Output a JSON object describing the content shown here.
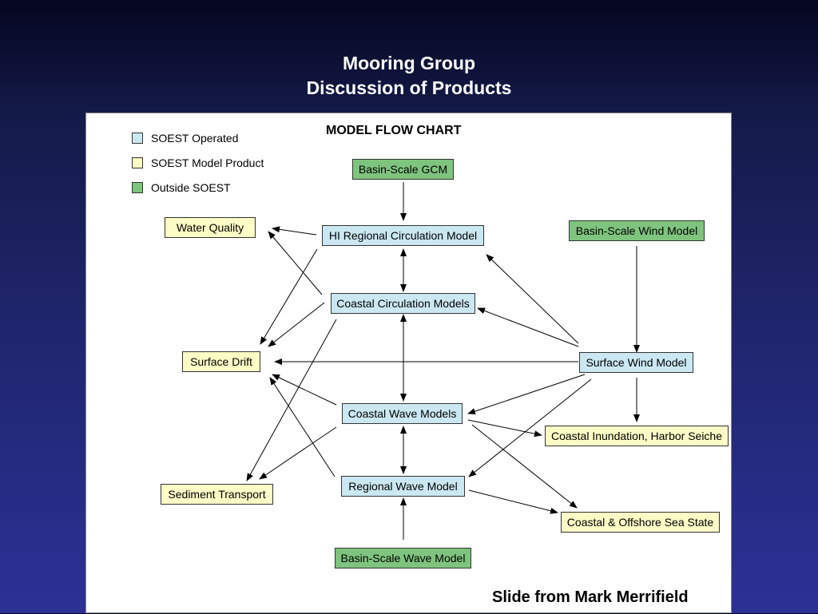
{
  "slide": {
    "title_line1": "Mooring Group",
    "title_line2": "Discussion of Products",
    "credit": "Slide from Mark Merrifield"
  },
  "chart": {
    "title": "MODEL FLOW CHART",
    "legend": [
      {
        "id": "soest",
        "label": "SOEST Operated",
        "color": "#cbe8f2"
      },
      {
        "id": "product",
        "label": "SOEST Model Product",
        "color": "#fdfbc6"
      },
      {
        "id": "outside",
        "label": "Outside SOEST",
        "color": "#7fc47e"
      }
    ],
    "nodes": {
      "basin_gcm": {
        "label": "Basin-Scale GCM",
        "category": "outside"
      },
      "hi_regional": {
        "label": "HI Regional Circulation Model",
        "category": "soest"
      },
      "basin_wind": {
        "label": "Basin-Scale Wind Model",
        "category": "outside"
      },
      "water_quality": {
        "label": "Water Quality",
        "category": "product"
      },
      "coastal_circ": {
        "label": "Coastal Circulation Models",
        "category": "soest"
      },
      "surface_drift": {
        "label": "Surface Drift",
        "category": "product"
      },
      "surface_wind": {
        "label": "Surface Wind Model",
        "category": "soest"
      },
      "coastal_wave": {
        "label": "Coastal Wave Models",
        "category": "soest"
      },
      "coastal_inundation": {
        "label": "Coastal Inundation, Harbor Seiche",
        "category": "product"
      },
      "sediment": {
        "label": "Sediment Transport",
        "category": "product"
      },
      "regional_wave": {
        "label": "Regional Wave Model",
        "category": "soest"
      },
      "sea_state": {
        "label": "Coastal & Offshore Sea State",
        "category": "product"
      },
      "basin_wave": {
        "label": "Basin-Scale Wave Model",
        "category": "outside"
      }
    },
    "edges": [
      {
        "from": "basin_gcm",
        "to": "hi_regional",
        "direction": "forward"
      },
      {
        "from": "hi_regional",
        "to": "coastal_circ",
        "direction": "both"
      },
      {
        "from": "hi_regional",
        "to": "water_quality",
        "direction": "forward"
      },
      {
        "from": "hi_regional",
        "to": "surface_drift",
        "direction": "forward"
      },
      {
        "from": "coastal_circ",
        "to": "water_quality",
        "direction": "forward"
      },
      {
        "from": "coastal_circ",
        "to": "surface_drift",
        "direction": "forward"
      },
      {
        "from": "coastal_circ",
        "to": "sediment",
        "direction": "forward"
      },
      {
        "from": "coastal_circ",
        "to": "coastal_wave",
        "direction": "both"
      },
      {
        "from": "basin_wind",
        "to": "surface_wind",
        "direction": "forward"
      },
      {
        "from": "surface_wind",
        "to": "hi_regional",
        "direction": "forward"
      },
      {
        "from": "surface_wind",
        "to": "coastal_circ",
        "direction": "forward"
      },
      {
        "from": "surface_wind",
        "to": "surface_drift",
        "direction": "forward"
      },
      {
        "from": "surface_wind",
        "to": "coastal_wave",
        "direction": "forward"
      },
      {
        "from": "surface_wind",
        "to": "regional_wave",
        "direction": "forward"
      },
      {
        "from": "surface_wind",
        "to": "coastal_inundation",
        "direction": "forward"
      },
      {
        "from": "coastal_wave",
        "to": "surface_drift",
        "direction": "forward"
      },
      {
        "from": "coastal_wave",
        "to": "sediment",
        "direction": "forward"
      },
      {
        "from": "coastal_wave",
        "to": "coastal_inundation",
        "direction": "forward"
      },
      {
        "from": "coastal_wave",
        "to": "sea_state",
        "direction": "forward"
      },
      {
        "from": "coastal_wave",
        "to": "regional_wave",
        "direction": "both"
      },
      {
        "from": "regional_wave",
        "to": "surface_drift",
        "direction": "forward"
      },
      {
        "from": "regional_wave",
        "to": "sea_state",
        "direction": "forward"
      },
      {
        "from": "basin_wave",
        "to": "regional_wave",
        "direction": "forward"
      }
    ]
  }
}
